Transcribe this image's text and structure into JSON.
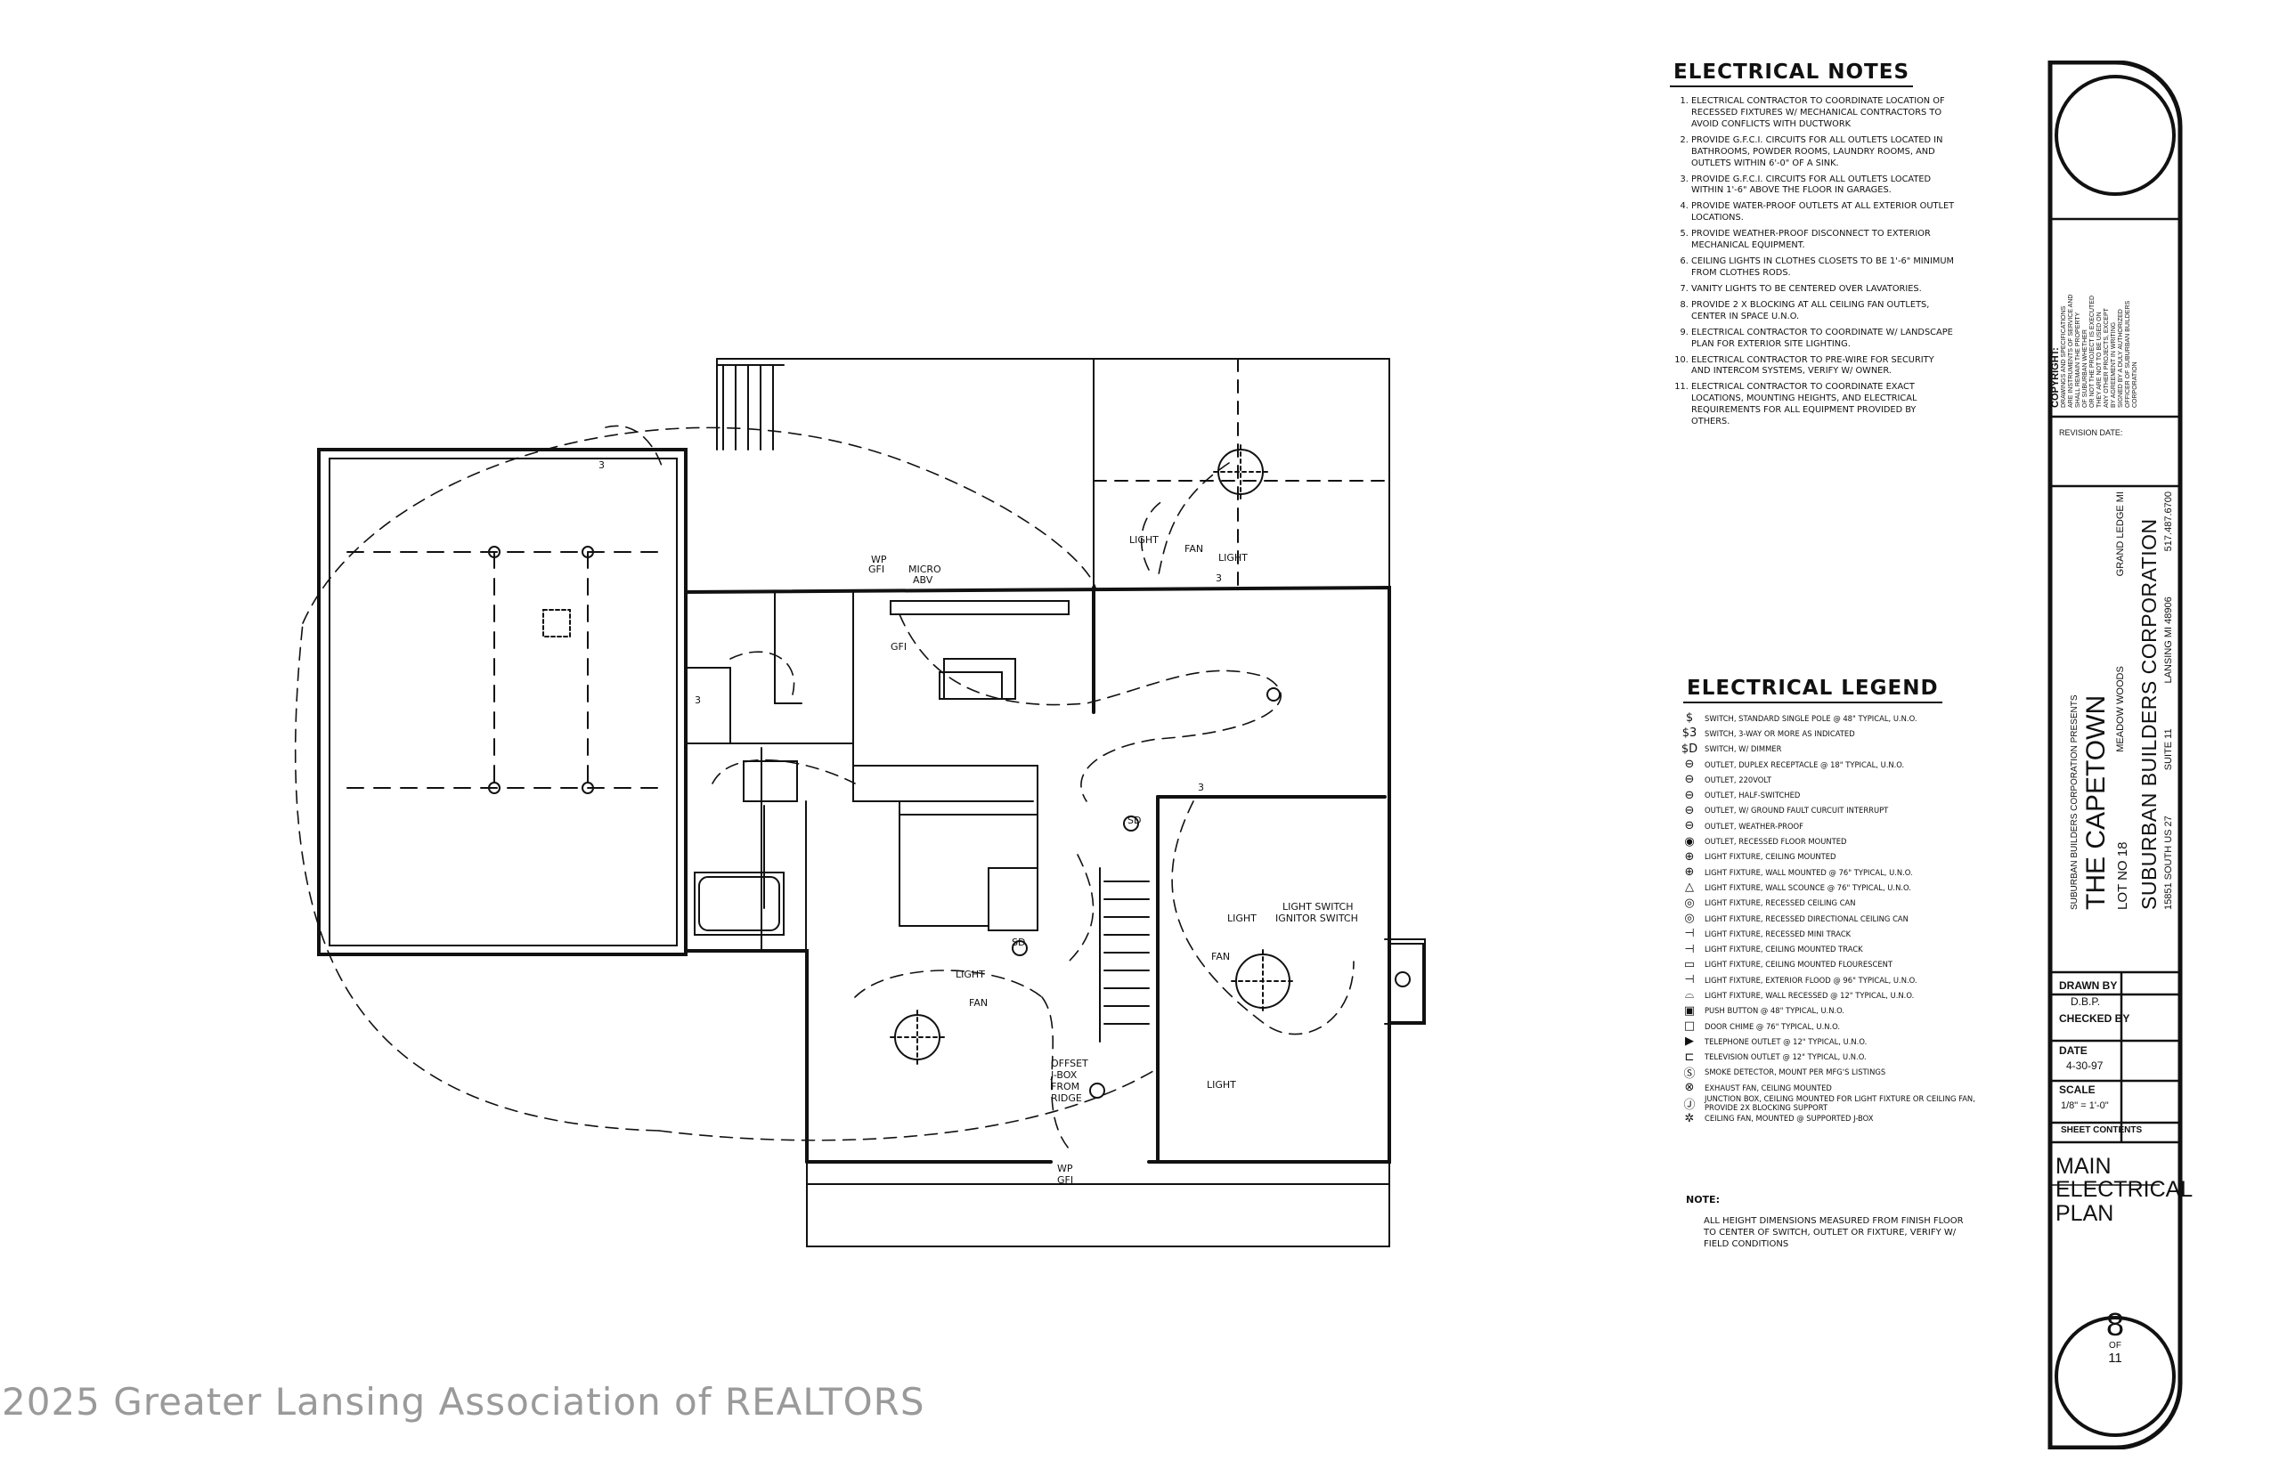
{
  "notes": {
    "title": "ELECTRICAL NOTES",
    "items": [
      "ELECTRICAL CONTRACTOR TO COORDINATE LOCATION of RECESSED FIXTURES w/ MECHANICAL CONTRACTORS TO AVOID CONFLICTS WITH DUCTWORK",
      "PROVIDE G.F.C.I. CIRCUITS FOR ALL OUTLETS LOCATED IN BATHROOMS, POWDER ROOMS, LAUNDRY ROOMS, and OUTLETS WITHIN 6'-0\" OF A SINK.",
      "PROVIDE G.F.C.I. CIRCUITS FOR ALL OUTLETS LOCATED WITHIN 1'-6\" ABOVE THE FLOOR IN GARAGES.",
      "PROVIDE WATER-PROOF OUTLETS AT ALL EXTERIOR OUTLET LOCATIONS.",
      "PROVIDE WEATHER-PROOF DISCONNECT TO EXTERIOR MECHANICAL EQUIPMENT.",
      "CEILING LIGHTS IN CLOTHES CLOSETS TO BE 1'-6\" MINIMUM FROM CLOTHES RODS.",
      "VANITY LIGHTS TO BE CENTERED OVER LAVATORIES.",
      "PROVIDE 2 x BLOCKING AT ALL CEILING FAN OUTLETS, CENTER IN SPACE U.N.O.",
      "ELECTRICAL CONTRACTOR TO COORDINATE w/ LANDSCAPE PLAN FOR EXTERIOR SITE LIGHTING.",
      "ELECTRICAL CONTRACTOR TO PRE-WIRE FOR SECURITY and INTERCOM SYSTEMS, VERIFY w/ OWNER.",
      "ELECTRICAL CONTRACTOR TO COORDINATE EXACT LOCATIONS, MOUNTING HEIGHTS, and ELECTRICAL REQUIREMENTS FOR ALL EQUIPMENT PROVIDED BY OTHERS."
    ]
  },
  "legend": {
    "title": "ELECTRICAL LEGEND",
    "items": [
      {
        "symbol": "$",
        "text": "SWITCH, STANDARD SINGLE POLE @ 48\" TYPICAL, U.N.O."
      },
      {
        "symbol": "$3",
        "text": "SWITCH, 3-WAY or MORE AS INDICATED"
      },
      {
        "symbol": "$D",
        "text": "SWITCH, w/ DIMMER"
      },
      {
        "symbol": "⊖",
        "text": "OUTLET, DUPLEX RECEPTACLE @ 18\" TYPICAL, U.N.O."
      },
      {
        "symbol": "⊖",
        "text": "OUTLET, 220VOLT"
      },
      {
        "symbol": "⊖",
        "text": "OUTLET, HALF-SWITCHED"
      },
      {
        "symbol": "⊖",
        "text": "OUTLET, w/ GROUND FAULT CURCUIT INTERRUPT"
      },
      {
        "symbol": "⊖",
        "text": "OUTLET, WEATHER-PROOF"
      },
      {
        "symbol": "◉",
        "text": "OUTLET, RECESSED FLOOR MOUNTED"
      },
      {
        "symbol": "⊕",
        "text": "LIGHT FIXTURE, CEILING MOUNTED"
      },
      {
        "symbol": "⊕",
        "text": "LIGHT FIXTURE, WALL MOUNTED @ 76\" TYPICAL, U.N.O."
      },
      {
        "symbol": "△",
        "text": "LIGHT FIXTURE, WALL SCOUNCE @ 76\" TYPICAL, U.N.O."
      },
      {
        "symbol": "◎",
        "text": "LIGHT FIXTURE, RECESSED CEILING CAN"
      },
      {
        "symbol": "◎",
        "text": "LIGHT FIXTURE, RECESSED DIRECTIONAL CEILING CAN"
      },
      {
        "symbol": "⊣",
        "text": "LIGHT FIXTURE, RECESSED MINI TRACK"
      },
      {
        "symbol": "⊣",
        "text": "LIGHT FIXTURE, CEILING MOUNTED TRACK"
      },
      {
        "symbol": "▭",
        "text": "LIGHT FIXTURE, CEILING MOUNTED FLOURESCENT"
      },
      {
        "symbol": "⊣",
        "text": "LIGHT FIXTURE, EXTERIOR FLOOD @ 96\" TYPICAL, U.N.O."
      },
      {
        "symbol": "⌓",
        "text": "LIGHT FIXTURE, WALL RECESSED @ 12\" TYPICAL, U.N.O."
      },
      {
        "symbol": "▣",
        "text": "PUSH BUTTON @ 48\" TYPICAL, U.N.O."
      },
      {
        "symbol": "□",
        "text": "DOOR CHIME @ 76\" TYPICAL, U.N.O."
      },
      {
        "symbol": "▶",
        "text": "TELEPHONE OUTLET @ 12\" TYPICAL, U.N.O."
      },
      {
        "symbol": "⊏",
        "text": "TELEVISION OUTLET @ 12\" TYPICAL, U.N.O."
      },
      {
        "symbol": "Ⓢ",
        "text": "SMOKE DETECTOR, MOUNT PER MFG'S LISTINGS"
      },
      {
        "symbol": "⊗",
        "text": "EXHAUST FAN, CEILING MOUNTED"
      },
      {
        "symbol": "Ⓙ",
        "text": "JUNCTION BOX, CEILING MOUNTED FOR LIGHT FIXTURE OR CEILING FAN, PROVIDE 2x BLOCKING SUPPORT"
      },
      {
        "symbol": "✲",
        "text": "CEILING FAN, MOUNTED @ SUPPORTED J-BOX"
      }
    ]
  },
  "note": {
    "label": "NOTE:",
    "text": "ALL HEIGHT DIMENSIONS MEASURED FROM FINISH FLOOR TO CENTER OF SWITCH, OUTLET OR FIXTURE, VERIFY w/ FIELD CONDITIONS"
  },
  "plan_labels": {
    "light": "LIGHT",
    "fan": "FAN",
    "gfi": "GFI",
    "wp": "WP",
    "micro": "MICRO",
    "abv": "ABV",
    "sd": "SD",
    "light_switch": "LIGHT SWITCH",
    "ignitor_switch": "IGNITOR SWITCH",
    "offset": "OFFSET",
    "jbox": "J-BOX",
    "from": "FROM",
    "ridge": "RIDGE",
    "three": "3"
  },
  "title_block": {
    "copyright_heading": "COPYRIGHT:",
    "copyright_text": [
      "DRAWINGS AND SPECIFICATIONS",
      "ARE INSTRUMENTS OF SERVICE AND",
      "SHALL REMAIN THE PROPERTY",
      "OF SUBURBAN WHETHER",
      "OR NOT THE PROJECT IS EXECUTED",
      "THEY ARE NOT TO BE USED ON",
      "ANY OTHER PROJECTS, EXCEPT",
      "BY AGREEMENT IN WRITING",
      "SIGNED BY A DULY AUTHORIZED",
      "OFFICER OF SUBURBAN BUILDERS",
      "CORPORATION"
    ],
    "revision_date": "REVISION DATE:",
    "presents": "SUBURBAN BUILDERS CORPORATION PRESENTS",
    "project": "THE CAPETOWN",
    "lot": "LOT NO 18",
    "subdivision": "MEADOW WOODS",
    "city": "GRAND LEDGE MI",
    "company": "SUBURBAN BUILDERS CORPORATION",
    "address1": "15851 SOUTH US 27",
    "suite": "SUITE 11",
    "address2": "LANSING MI 48906",
    "phone": "517.487.6700",
    "drawn_by_label": "DRAWN BY",
    "drawn_by": "D.B.P.",
    "checked_by_label": "CHECKED BY",
    "date_label": "DATE",
    "date": "4-30-97",
    "scale_label": "SCALE",
    "scale": "1/8\" = 1'-0\"",
    "sheet_contents_label": "SHEET CONTENTS",
    "sheet_title": [
      "MAIN",
      "ELECTRICAL",
      "PLAN"
    ],
    "sheet_number": "8",
    "of": "OF",
    "total_sheets": "11"
  },
  "watermark": "2025 Greater Lansing Association of REALTORS"
}
